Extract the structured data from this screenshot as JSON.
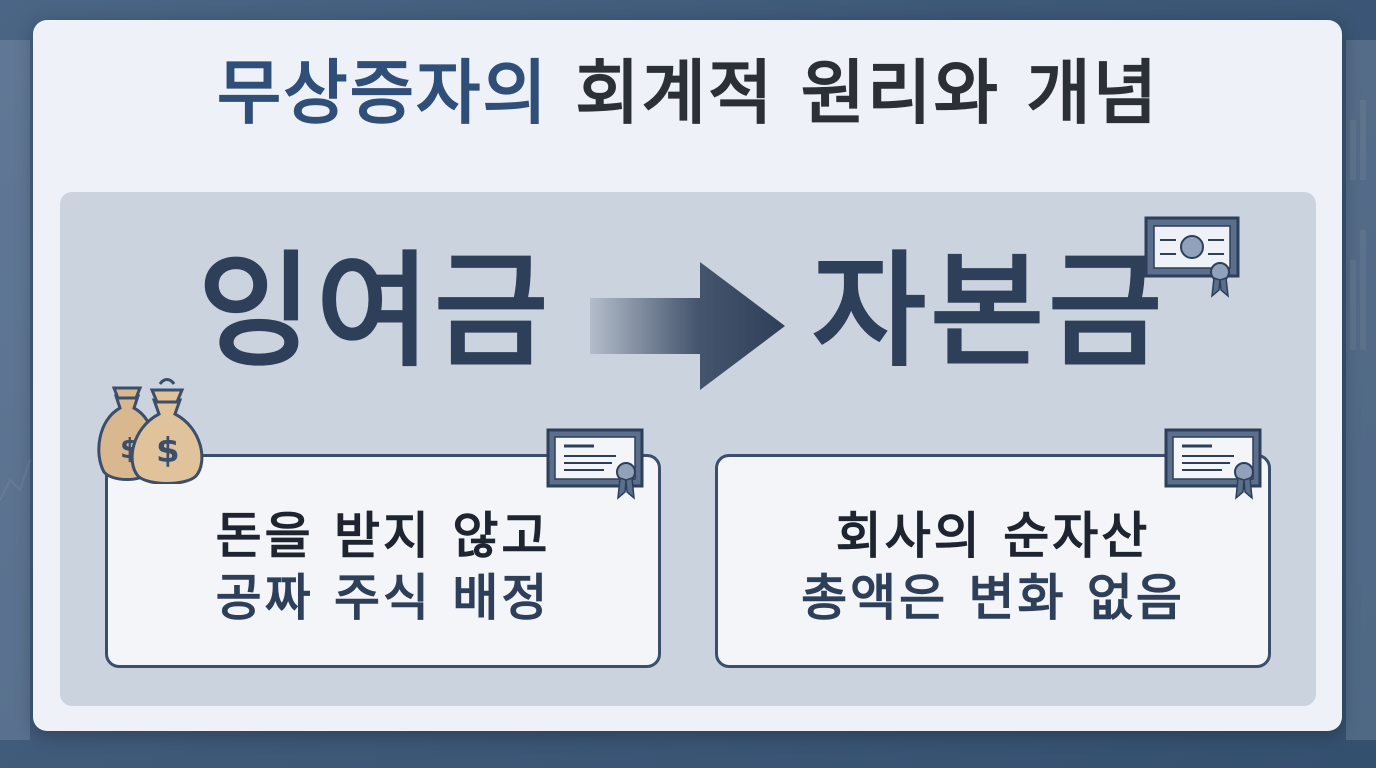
{
  "title": {
    "part1": "무상증자의",
    "part2": " 회계적 원리와 개념"
  },
  "flow": {
    "from": "잉여금",
    "to": "자본금"
  },
  "left_box": {
    "line1": "돈을 받지 않고",
    "line2": "공짜 주식 배정"
  },
  "right_box": {
    "line1": "회사의 순자산",
    "line2": "총액은 변화 없음"
  },
  "colors": {
    "accent_blue": "#2f4f78",
    "navy": "#2e3f59",
    "panel": "#cbd3df",
    "card": "#eef2f8",
    "money_bag": "#d9b88f"
  },
  "icons": {
    "money": "money-bags-icon",
    "certificate": "stock-certificate-icon",
    "arrow": "right-arrow-icon"
  }
}
